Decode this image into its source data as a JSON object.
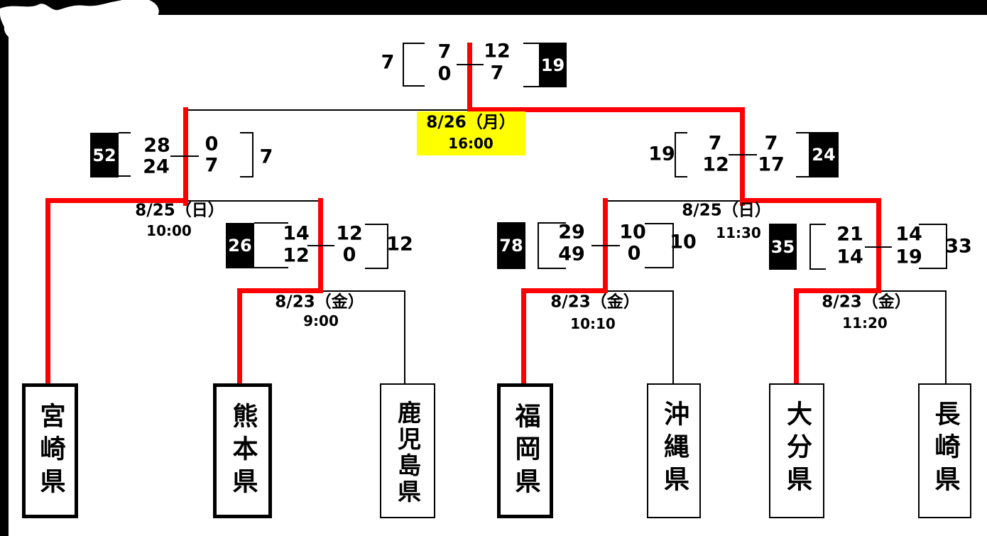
{
  "meta": {
    "colors": {
      "winner_path": "#ff0000",
      "schedule_highlight": "#ffff00",
      "winner_score_box": "#000000",
      "page_background": "#ffffff"
    }
  },
  "matches": {
    "final": {
      "date": "8/26（月）",
      "time": "16:00",
      "left": {
        "total": "7",
        "h1": "7",
        "h2": "0"
      },
      "right": {
        "total": "19",
        "h1": "12",
        "h2": "7"
      }
    },
    "sf_left": {
      "date": "8/25（日）",
      "time": "10:00",
      "left": {
        "total": "52",
        "h1": "28",
        "h2": "24"
      },
      "right": {
        "total": "7",
        "h1": "0",
        "h2": "7"
      }
    },
    "sf_right": {
      "date": "8/25（日）",
      "time": "11:30",
      "left": {
        "total": "19",
        "h1": "7",
        "h2": "12"
      },
      "right": {
        "total": "24",
        "h1": "7",
        "h2": "17"
      }
    },
    "qf_left": {
      "date": "8/23（金）",
      "time": "9:00",
      "left": {
        "total": "26",
        "h1": "14",
        "h2": "12"
      },
      "right": {
        "total": "12",
        "h1": "12",
        "h2": "0"
      }
    },
    "qf_center": {
      "date": "8/23（金）",
      "time": "10:10",
      "left": {
        "total": "78",
        "h1": "29",
        "h2": "49"
      },
      "right": {
        "total": "10",
        "h1": "10",
        "h2": "0"
      }
    },
    "qf_right": {
      "date": "8/23（金）",
      "time": "11:20",
      "left": {
        "total": "35",
        "h1": "21",
        "h2": "14"
      },
      "right": {
        "total": "33",
        "h1": "14",
        "h2": "19"
      }
    }
  },
  "teams": {
    "miyazaki": {
      "name": "宮崎県",
      "emphasized": true
    },
    "kumamoto": {
      "name": "熊本県",
      "emphasized": true
    },
    "kagoshima": {
      "name": "鹿児島県",
      "emphasized": false
    },
    "fukuoka": {
      "name": "福岡県",
      "emphasized": true
    },
    "okinawa": {
      "name": "沖縄県",
      "emphasized": false
    },
    "oita": {
      "name": "大分県",
      "emphasized": false
    },
    "nagasaki": {
      "name": "長崎県",
      "emphasized": false
    }
  }
}
